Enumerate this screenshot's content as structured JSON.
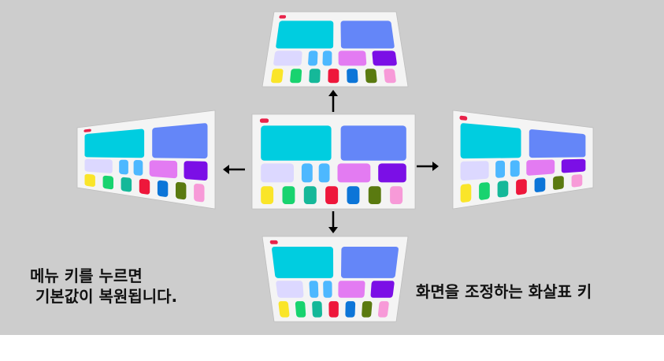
{
  "captions": {
    "left_line1": "메뉴 키를 누르면",
    "left_line2": " 기본값이 복원됩니다.",
    "right": "화면을 조정하는 화살표 키"
  },
  "colors": {
    "background": "#cdcdcd",
    "panel": "#f4f4f4",
    "accent_red": "#e8234a",
    "tile_cyan": "#00cde0",
    "tile_blue": "#6486f8",
    "tile_lavender": "#dcd8ff",
    "tile_sky": "#4db8ff",
    "tile_magenta": "#e37bf2",
    "tile_violet": "#7b0fe6",
    "dot_yellow": "#fae529",
    "dot_green": "#18d36f",
    "dot_teal": "#15b899",
    "dot_red": "#ee173b",
    "dot_blue": "#0c75d8",
    "dot_olive": "#5a7a10",
    "dot_pink": "#f79ad8",
    "arrow": "#000000"
  },
  "screens": [
    "center",
    "top",
    "bottom",
    "left",
    "right"
  ],
  "arrows": [
    "up-arrow-icon",
    "down-arrow-icon",
    "left-arrow-icon",
    "right-arrow-icon"
  ]
}
